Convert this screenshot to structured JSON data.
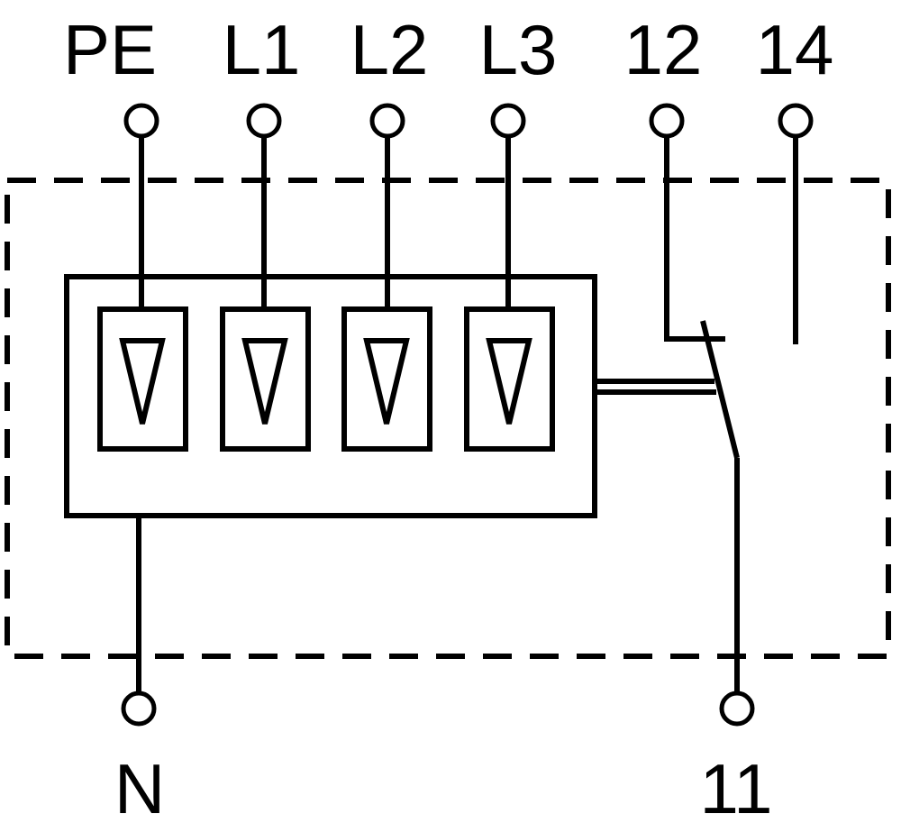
{
  "terminals": {
    "top": [
      "PE",
      "L1",
      "L2",
      "L3",
      "12",
      "14"
    ],
    "bottom": [
      "N",
      "11"
    ]
  },
  "colors": {
    "line": "#000000",
    "background": "#ffffff"
  }
}
